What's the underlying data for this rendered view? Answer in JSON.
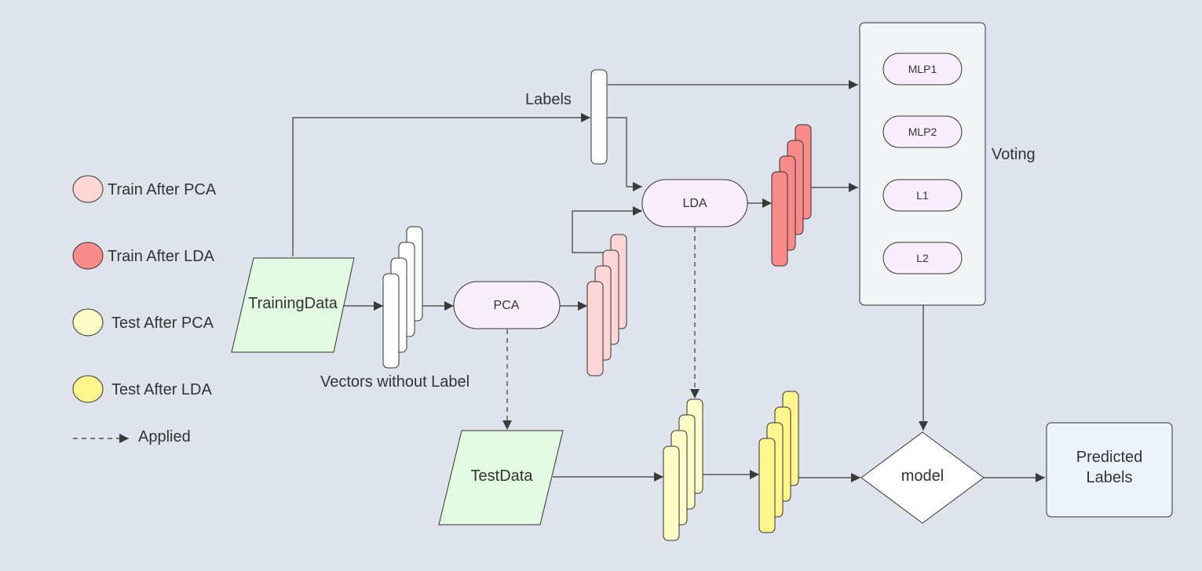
{
  "nodes": {
    "training_data": "TrainingData",
    "test_data": "TestData",
    "pca": "PCA",
    "lda": "LDA",
    "model": "model",
    "predicted_line1": "Predicted",
    "predicted_line2": "Labels"
  },
  "voting": {
    "label": "Voting",
    "classifiers": [
      "MLP1",
      "MLP2",
      "L1",
      "L2"
    ]
  },
  "annotations": {
    "labels": "Labels",
    "vectors_without_label": "Vectors without Label"
  },
  "legend": {
    "items": [
      {
        "label": "Train After PCA",
        "color": "#ffd6d6"
      },
      {
        "label": "Train After LDA",
        "color": "#fa8b8b"
      },
      {
        "label": "Test After PCA",
        "color": "#fffdc7"
      },
      {
        "label": "Test After LDA",
        "color": "#fff68e"
      }
    ],
    "applied": "Applied"
  },
  "colors": {
    "background": "#dfe3eb",
    "data_fill": "#e2f9e2",
    "process_fill": "#f9effc",
    "panel_fill": "#f3f4f6",
    "result_fill": "#edf3fc",
    "vector_fill": "#ffffff"
  }
}
